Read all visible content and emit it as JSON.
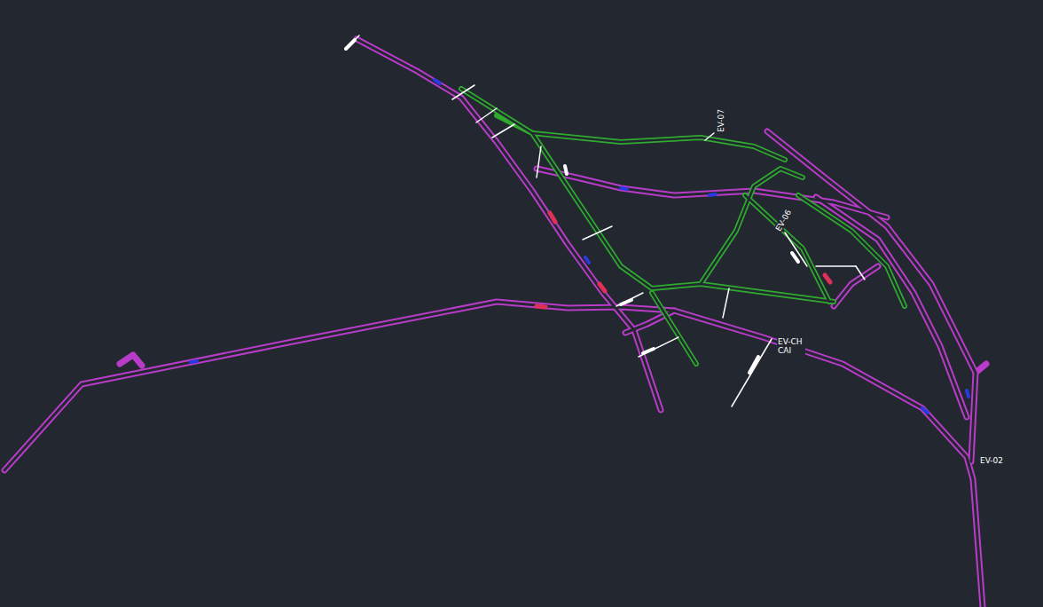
{
  "diagram": {
    "labels": [
      "EV-07",
      "EV-06",
      "EV-CH CAI",
      "EV-02"
    ]
  }
}
